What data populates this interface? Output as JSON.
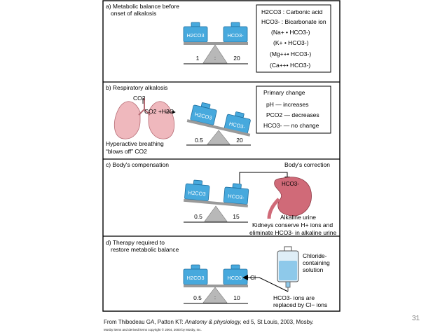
{
  "panels": {
    "a": {
      "title_line1": "a) Metabolic balance before",
      "title_line2": "onset of alkalosis",
      "left_weight": "H2CO3",
      "right_weight": "HCO3-",
      "left_value": "1",
      "right_value": "20"
    },
    "b": {
      "title": "b) Respiratory alkalosis",
      "co2_label": "CO2",
      "reaction_label": "CO2 +H2O",
      "left_weight": "H2CO3",
      "right_weight": "HCO3-",
      "left_value": "0.5",
      "right_value": "20",
      "caption_line1": "Hyperactive breathing",
      "caption_line2": "“blows off” CO2"
    },
    "c": {
      "title": "c) Body's compensation",
      "correction_label": "Body's correction",
      "left_weight": "H2CO3",
      "right_weight": "HCO3-",
      "left_value": "0.5",
      "right_value": "15",
      "kidney_label": "HCO3-",
      "urine_label": "Alkaline urine",
      "caption_line1": "Kidneys conserve H+ ions and",
      "caption_line2": "eliminate HCO3- in alkaline urine"
    },
    "d": {
      "title_line1": "d) Therapy required to",
      "title_line2": "restore metabolic balance",
      "left_weight": "H2CO3",
      "right_weight": "HCO3-",
      "left_value": "0.5",
      "right_value": "10",
      "chloride_label": "Cl−",
      "solution_line1": "Chloride-",
      "solution_line2": "containing",
      "solution_line3": "solution",
      "caption_line1": "HCO3- ions are",
      "caption_line2": "replaced by Cl− ions"
    }
  },
  "legend": {
    "items": [
      "H2CO3 : Carbonic acid",
      "HCO3- : Bicarbonate ion",
      "(Na+ • HCO3-)",
      "(K+ • HCO3-)",
      "(Mg++• HCO3-)",
      "(Ca++• HCO3-)"
    ]
  },
  "primary_change": {
    "title": "Primary change",
    "rows": [
      "pH — increases",
      "PCO2 — decreases",
      "HCO3- — no change"
    ]
  },
  "citation": {
    "prefix": "From Thibodeau GA, Patton KT: ",
    "title": "Anatomy & physiology,",
    "suffix": " ed 5, St Louis, 2003, Mosby."
  },
  "copyright": "Mosby items and derived items copyright © 2004, 2000 by Mosby, Inc.",
  "slide_number": "31",
  "colors": {
    "weight_blue": "#47a9dd",
    "weight_dark": "#1f6f9f",
    "lung_pink": "#efb8bd",
    "kidney_pink": "#d06a78",
    "tray_gray": "#9a9a9a",
    "fulcrum_gray": "#b8b8b8"
  }
}
